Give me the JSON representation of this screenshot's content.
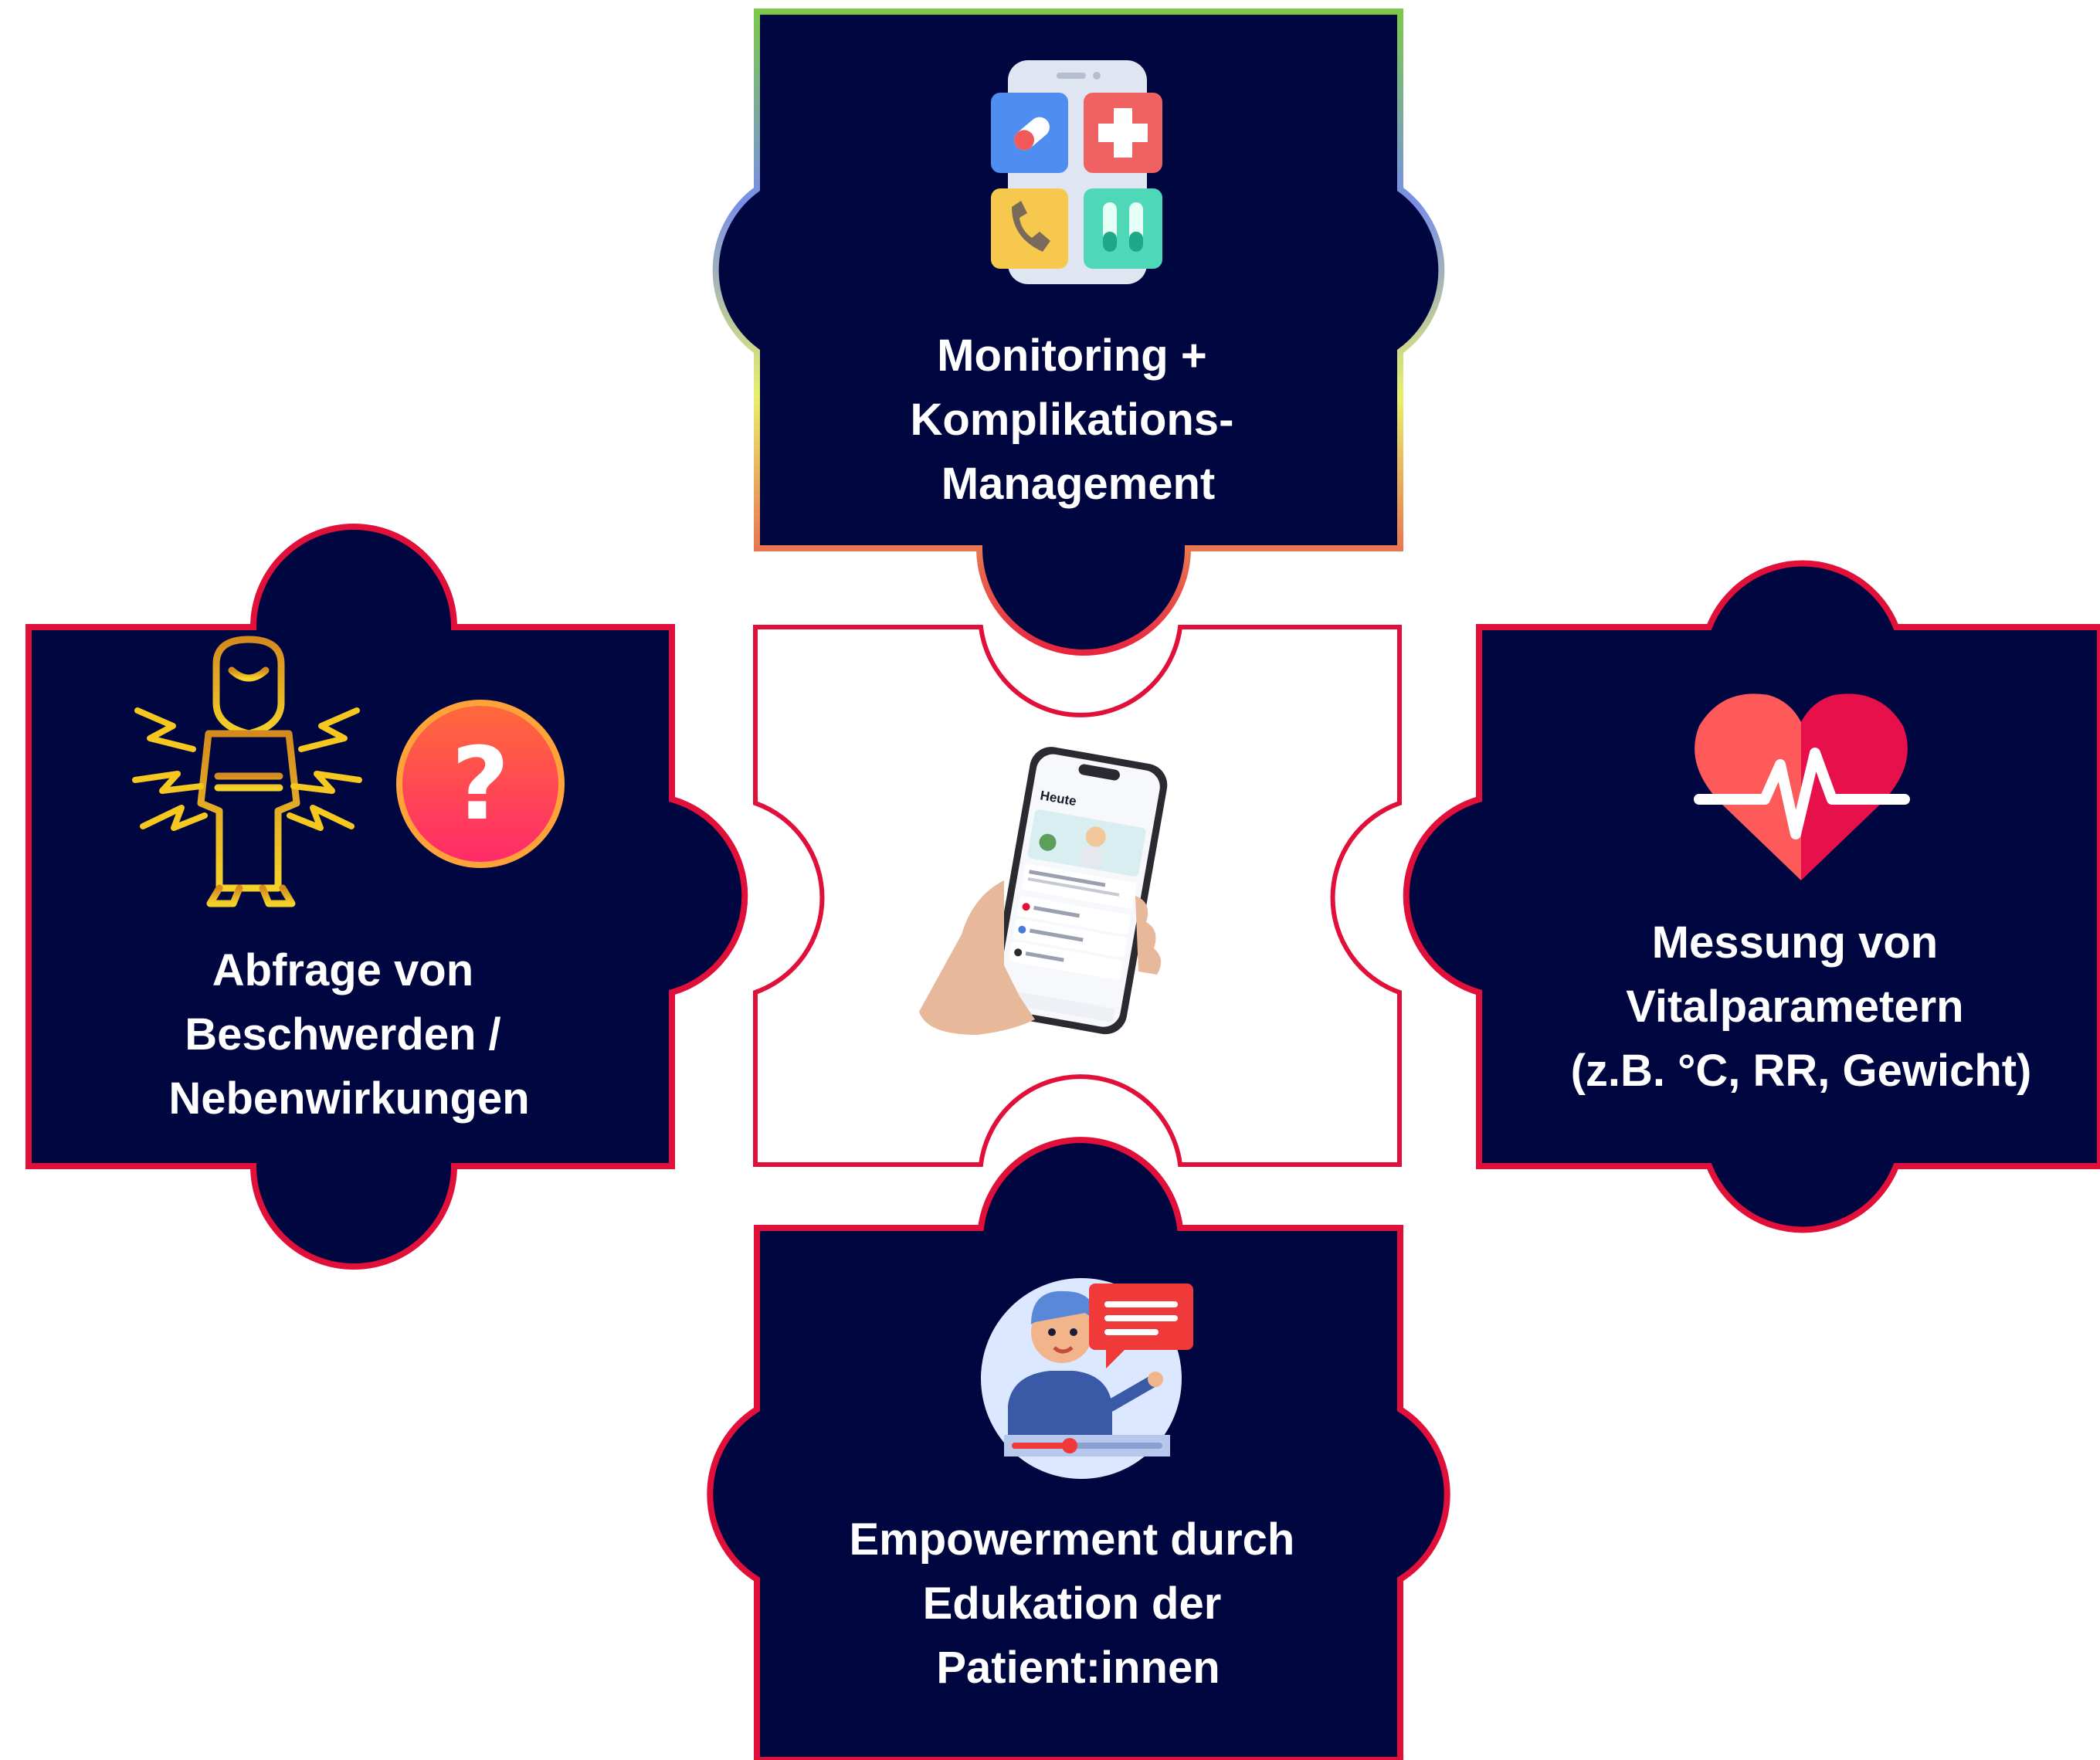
{
  "colors": {
    "piece_fill": "#00063f",
    "border_red": "#e0103a",
    "center_fill": "#ffffff",
    "label_text": "#ffffff"
  },
  "pieces": {
    "top": {
      "label_lines": [
        "Monitoring +",
        "Komplikations-",
        "Management"
      ],
      "icon": "medical-app-phone-icon"
    },
    "left": {
      "label_lines": [
        "Abfrage von",
        "Beschwerden /",
        "Nebenwirkungen"
      ],
      "icon": "person-pain-question-icon"
    },
    "right": {
      "label_lines": [
        "Messung von",
        "Vitalparametern",
        "(z.B. °C, RR, Gewicht)"
      ],
      "icon": "heart-pulse-icon"
    },
    "bottom": {
      "label_lines": [
        "Empowerment durch",
        "Edukation der",
        "Patient:innen"
      ],
      "icon": "video-education-icon"
    },
    "center": {
      "icon": "hand-holding-phone-app-icon",
      "screen_header": "Heute"
    }
  }
}
